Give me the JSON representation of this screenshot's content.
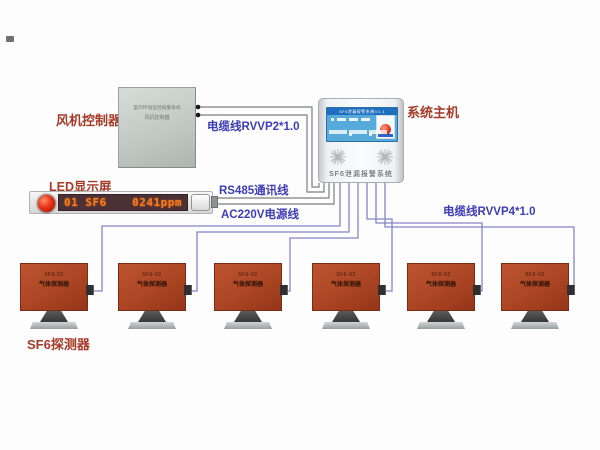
{
  "labels": {
    "fan_controller": "风机控制器",
    "system_host": "系统主机",
    "led_display": "LED显示屏",
    "sf6_detector": "SF6探测器"
  },
  "cables": {
    "rvvp2": "电缆线RVVP2*1.0",
    "rs485": "RS485通讯线",
    "ac220v": "AC220V电源线",
    "rvvp4": "电缆线RVVP4*1.0"
  },
  "fan_controller_box": {
    "line1": "室内环境监控报警系统",
    "line2": "风机控制器"
  },
  "host": {
    "screen_title": "SF6泄漏报警系统V1.1",
    "panel_label": "SF6泄漏报警系统"
  },
  "led_panel": {
    "channel": "01",
    "gas": "SF6",
    "reading": "0241ppm"
  },
  "detector": {
    "model": "SF6-02",
    "name": "气体探测器",
    "count": 6
  },
  "colors": {
    "wire_blue": "#8484c8",
    "wire_gray": "#7d7f80",
    "label_red": "#a63a28",
    "cable_label_blue": "#3d3db5",
    "detector_orange": "#ab4523",
    "led_text_orange": "#ff7d1f",
    "screen_blue": "#57abda"
  }
}
